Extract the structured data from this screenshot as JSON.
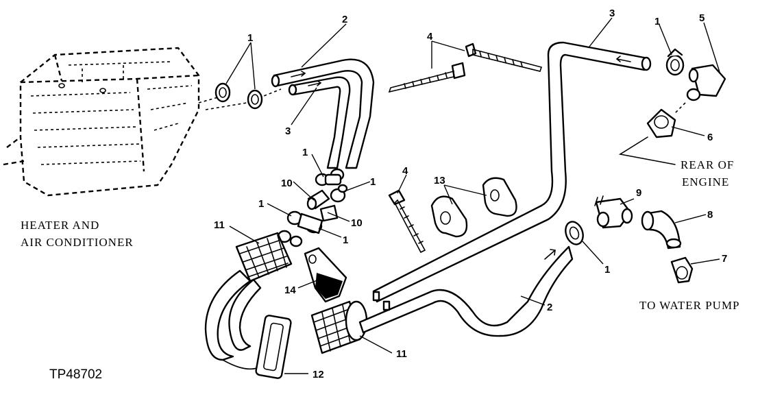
{
  "figure_id": "TP48702",
  "labels": {
    "heater_line1": "HEATER AND",
    "heater_line2": "AIR CONDITIONER",
    "engine_line1": "REAR OF",
    "engine_line2": "ENGINE",
    "water_pump": "TO WATER PUMP"
  },
  "callouts": {
    "c1a": "1",
    "c1b": "1",
    "c1c": "1",
    "c1d": "1",
    "c1e": "1",
    "c1f": "1",
    "c2a": "2",
    "c2b": "2",
    "c3a": "3",
    "c3b": "3",
    "c4a": "4",
    "c4b": "4",
    "c5": "5",
    "c6": "6",
    "c7": "7",
    "c8": "8",
    "c9": "9",
    "c10a": "10",
    "c10b": "10",
    "c11a": "11",
    "c11b": "11",
    "c12": "12",
    "c13": "13",
    "c14": "14"
  }
}
